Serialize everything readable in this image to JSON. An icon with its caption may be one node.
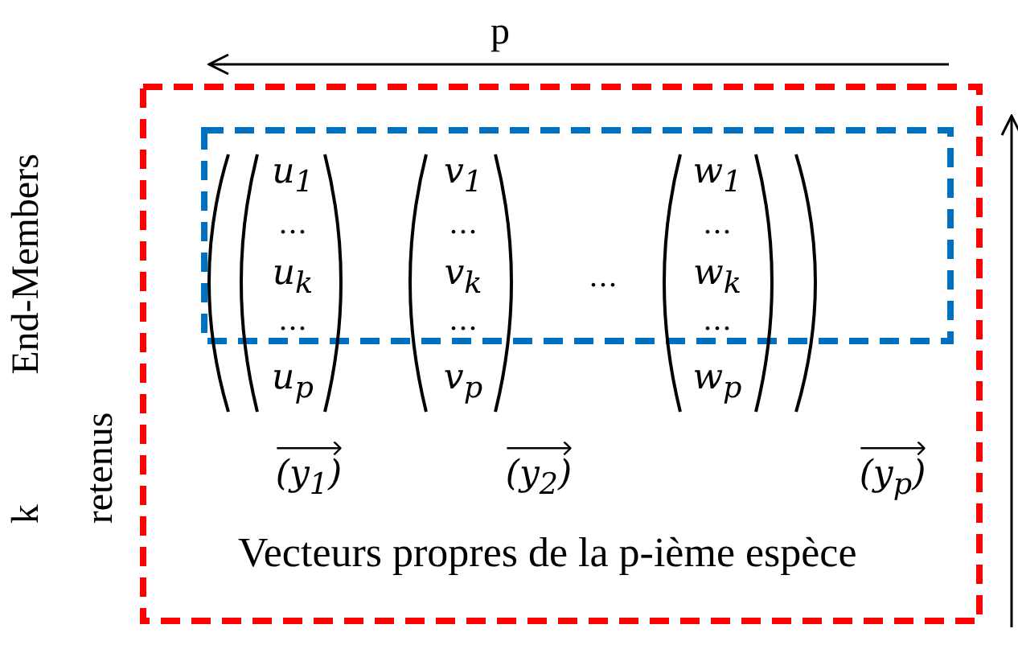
{
  "diagram": {
    "labels": [
      "p",
      "k End-Members retenus",
      "u$_{1}$",
      "v$_{1}$",
      "w$_{1}$",
      "…",
      "…",
      "…",
      "u$_{k}$",
      "v$_{k}$",
      "…",
      "w$_{k}$",
      "…",
      "…",
      "…",
      "u$_{p}$",
      "v$_{p}$",
      "w$_{p}$",
      "(y$_{1}$)",
      "(y$_{2}$)",
      "(y$_{p}$)",
      "Vecteurs propres de la p-ième espèce"
    ]
  }
}
